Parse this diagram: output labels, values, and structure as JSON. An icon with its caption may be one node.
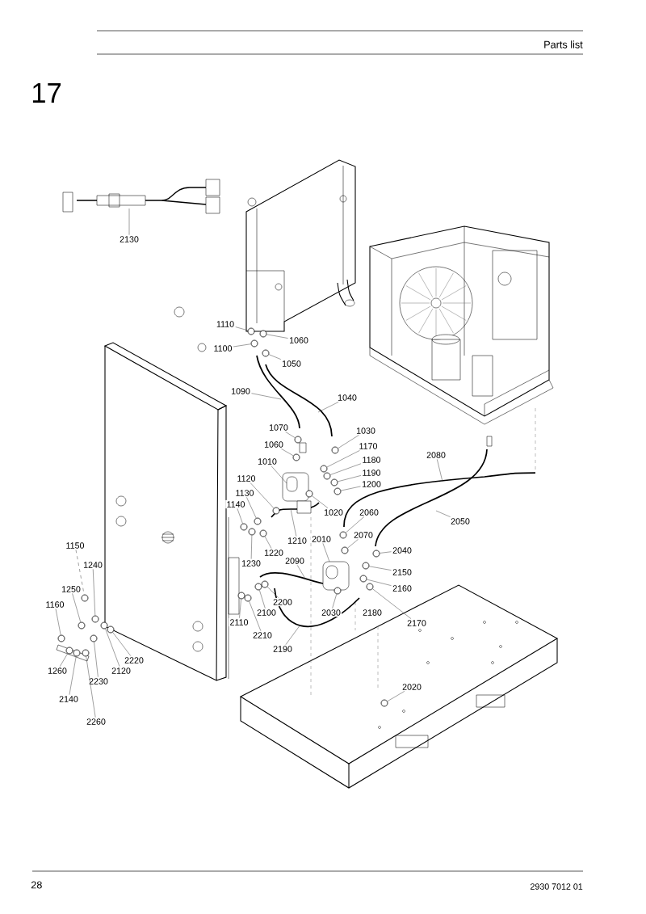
{
  "diagram": {
    "nodes": [
      {
        "text": [
          "2130"
        ]
      },
      {
        "text": [
          "1110"
        ]
      },
      {
        "text": [
          "1060"
        ]
      },
      {
        "text": [
          "1100"
        ]
      },
      {
        "text": [
          "1050"
        ]
      },
      {
        "text": [
          "1090"
        ]
      },
      {
        "text": [
          "1040"
        ]
      },
      {
        "text": [
          "1070"
        ]
      },
      {
        "text": [
          "1030"
        ]
      },
      {
        "text": [
          "1060"
        ]
      },
      {
        "text": [
          "1170"
        ]
      },
      {
        "text": [
          "1010"
        ]
      },
      {
        "text": [
          "1180"
        ]
      },
      {
        "text": [
          "1190"
        ]
      },
      {
        "text": [
          "1120"
        ]
      },
      {
        "text": [
          "1200"
        ]
      },
      {
        "text": [
          "1130"
        ]
      },
      {
        "text": [
          "1140"
        ]
      },
      {
        "text": [
          "1020"
        ]
      },
      {
        "text": [
          "2060"
        ]
      },
      {
        "text": [
          "2070"
        ]
      },
      {
        "text": [
          "1210"
        ]
      },
      {
        "text": [
          "2010"
        ]
      },
      {
        "text": [
          "2040"
        ]
      },
      {
        "text": [
          "1220"
        ]
      },
      {
        "text": [
          "1230"
        ]
      },
      {
        "text": [
          "2090"
        ]
      },
      {
        "text": [
          "2150"
        ]
      },
      {
        "text": [
          "2160"
        ]
      },
      {
        "text": [
          "2200"
        ]
      },
      {
        "text": [
          "2100"
        ]
      },
      {
        "text": [
          "2030"
        ]
      },
      {
        "text": [
          "2180"
        ]
      },
      {
        "text": [
          "2170"
        ]
      },
      {
        "text": [
          "2110"
        ]
      },
      {
        "text": [
          "2210"
        ]
      },
      {
        "text": [
          "2190"
        ]
      },
      {
        "text": [
          "2080"
        ]
      },
      {
        "text": [
          "2050"
        ]
      },
      {
        "text": [
          "2020"
        ]
      },
      {
        "text": [
          "1150"
        ]
      },
      {
        "text": [
          "1240"
        ]
      },
      {
        "text": [
          "1250"
        ]
      },
      {
        "text": [
          "1160"
        ]
      },
      {
        "text": [
          "1260"
        ]
      },
      {
        "text": [
          "2220"
        ]
      },
      {
        "text": [
          "2120"
        ]
      },
      {
        "text": [
          "2230"
        ]
      },
      {
        "text": [
          "2140"
        ]
      },
      {
        "text": [
          "2260"
        ]
      },
      {
        "text": [],
        "shape": "circle"
      },
      {
        "text": [],
        "shape": "circle"
      },
      {
        "text": [],
        "shape": "circle"
      },
      {
        "text": [],
        "shape": "circle"
      },
      {
        "text": [],
        "shape": "circle"
      },
      {
        "text": [],
        "shape": "circle"
      },
      {
        "text": [],
        "shape": "circle"
      },
      {
        "text": [],
        "shape": "circle"
      },
      {
        "text": [],
        "shape": "circle"
      },
      {
        "text": [],
        "shape": "circle"
      },
      {
        "text": [],
        "shape": "circle"
      },
      {
        "text": [],
        "shape": "circle"
      },
      {
        "text": [],
        "shape": "circle"
      },
      {
        "text": [],
        "shape": "circle"
      },
      {
        "text": [],
        "shape": "circle"
      },
      {
        "text": [],
        "shape": "circle"
      },
      {
        "text": [],
        "shape": "circle"
      },
      {
        "text": [],
        "shape": "circle"
      },
      {
        "text": [],
        "shape": "circle"
      },
      {
        "text": [],
        "shape": "circle"
      },
      {
        "text": [],
        "shape": "circle"
      },
      {
        "text": [],
        "shape": "circle"
      },
      {
        "text": [],
        "shape": "circle"
      },
      {
        "text": [],
        "shape": "circle"
      },
      {
        "text": [],
        "shape": "circle"
      },
      {
        "text": [],
        "shape": "circle"
      },
      {
        "text": [],
        "shape": "circle"
      },
      {
        "text": [],
        "shape": "circle"
      },
      {
        "text": [],
        "shape": "circle"
      },
      {
        "text": [],
        "shape": "circle"
      },
      {
        "text": [],
        "shape": "circle"
      },
      {
        "text": [],
        "shape": "circle"
      },
      {
        "text": [],
        "shape": "circle"
      },
      {
        "text": [],
        "shape": "circle"
      },
      {
        "text": [],
        "shape": "circle"
      },
      {
        "text": [],
        "shape": "circle"
      },
      {
        "text": [],
        "shape": "circle"
      },
      {
        "text": [],
        "shape": "circle"
      },
      {
        "text": [],
        "shape": "circle"
      }
    ],
    "edges": [
      {
        "from": 0,
        "to": null,
        "arrow": "none"
      },
      {
        "from": 1,
        "to": 50,
        "arrow": "none"
      },
      {
        "from": 2,
        "to": 51,
        "arrow": "none"
      },
      {
        "from": 3,
        "to": 52,
        "arrow": "none"
      },
      {
        "from": 4,
        "to": 53,
        "arrow": "none"
      },
      {
        "from": 5,
        "to": null,
        "arrow": "none"
      },
      {
        "from": 6,
        "to": null,
        "arrow": "none"
      },
      {
        "from": 7,
        "to": 54,
        "arrow": "none"
      },
      {
        "from": 8,
        "to": 55,
        "arrow": "none"
      },
      {
        "from": 9,
        "to": 56,
        "arrow": "none"
      },
      {
        "from": 10,
        "to": 57,
        "arrow": "none"
      },
      {
        "from": 11,
        "to": null,
        "arrow": "none"
      },
      {
        "from": 12,
        "to": 58,
        "arrow": "none"
      },
      {
        "from": 13,
        "to": 59,
        "arrow": "none"
      },
      {
        "from": 14,
        "to": 60,
        "arrow": "none"
      },
      {
        "from": 15,
        "to": 61,
        "arrow": "none"
      },
      {
        "from": 16,
        "to": 62,
        "arrow": "none"
      },
      {
        "from": 17,
        "to": 63,
        "arrow": "none"
      },
      {
        "from": 18,
        "to": 64,
        "arrow": "none"
      },
      {
        "from": 19,
        "to": 65,
        "arrow": "none"
      },
      {
        "from": 20,
        "to": 66,
        "arrow": "none"
      },
      {
        "from": 21,
        "to": null,
        "arrow": "none"
      },
      {
        "from": 22,
        "to": null,
        "arrow": "none"
      },
      {
        "from": 23,
        "to": 67,
        "arrow": "none"
      },
      {
        "from": 24,
        "to": 68,
        "arrow": "none"
      },
      {
        "from": 25,
        "to": 69,
        "arrow": "none"
      },
      {
        "from": 26,
        "to": null,
        "arrow": "none"
      },
      {
        "from": 27,
        "to": 70,
        "arrow": "none"
      },
      {
        "from": 28,
        "to": 71,
        "arrow": "none"
      },
      {
        "from": 29,
        "to": 72,
        "arrow": "none"
      },
      {
        "from": 30,
        "to": 73,
        "arrow": "none"
      },
      {
        "from": 31,
        "to": 74,
        "arrow": "none"
      },
      {
        "from": 33,
        "to": 75,
        "arrow": "none"
      },
      {
        "from": 34,
        "to": 76,
        "arrow": "none"
      },
      {
        "from": 35,
        "to": 77,
        "arrow": "none"
      },
      {
        "from": 36,
        "to": null,
        "arrow": "none"
      },
      {
        "from": 37,
        "to": null,
        "arrow": "none"
      },
      {
        "from": 38,
        "to": null,
        "arrow": "none"
      },
      {
        "from": 39,
        "to": 78,
        "arrow": "none"
      },
      {
        "from": 40,
        "to": 79,
        "arrow": "none",
        "style": "dashed"
      },
      {
        "from": 41,
        "to": 80,
        "arrow": "none"
      },
      {
        "from": 42,
        "to": 81,
        "arrow": "none"
      },
      {
        "from": 43,
        "to": 82,
        "arrow": "none"
      },
      {
        "from": 44,
        "to": 83,
        "arrow": "none"
      },
      {
        "from": 45,
        "to": 84,
        "arrow": "none"
      },
      {
        "from": 46,
        "to": 85,
        "arrow": "none"
      },
      {
        "from": 47,
        "to": 86,
        "arrow": "none"
      },
      {
        "from": 48,
        "to": 87,
        "arrow": "none"
      },
      {
        "from": 49,
        "to": 88,
        "arrow": "none"
      }
    ],
    "labels": [
      "Parts list",
      "17",
      "28",
      "2930 7012 01"
    ]
  }
}
